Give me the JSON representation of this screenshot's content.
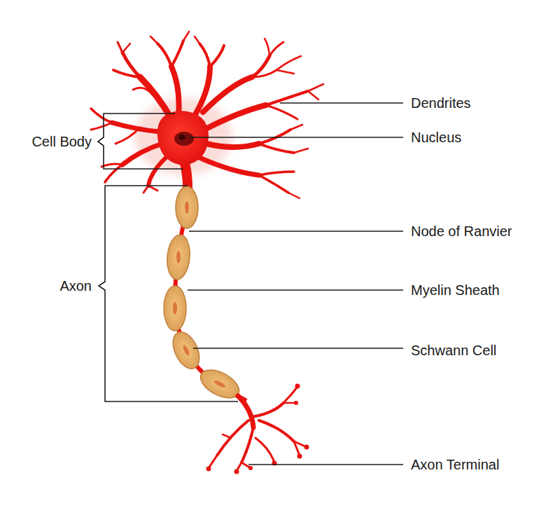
{
  "diagram": {
    "labels": [
      "Cell Body",
      "Axon",
      "Dendrites",
      "Nucleus",
      "Node of Ranvier",
      "Myelin Sheath",
      "Schwann Cell",
      "Axon Terminal"
    ]
  }
}
